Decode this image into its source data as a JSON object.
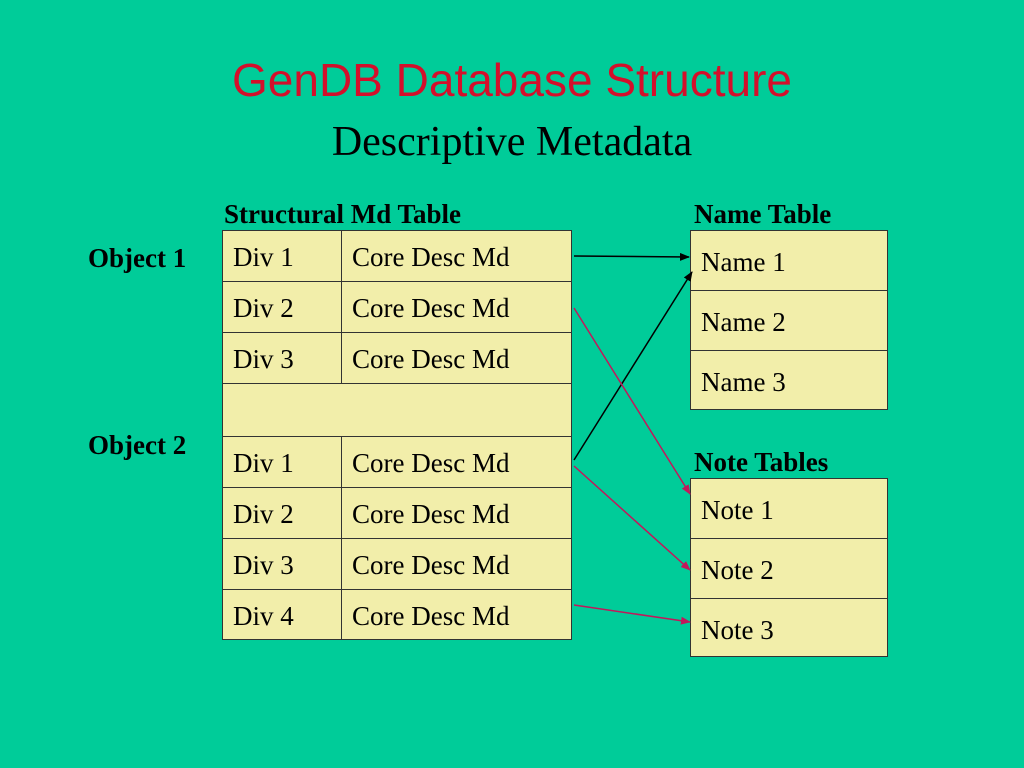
{
  "title": "GenDB Database Structure",
  "subtitle": "Descriptive Metadata",
  "structural_table": {
    "label": "Structural Md Table",
    "object1_label": "Object 1",
    "object2_label": "Object 2",
    "rows": [
      {
        "div": "Div 1",
        "md": "Core Desc Md"
      },
      {
        "div": "Div 2",
        "md": "Core Desc Md"
      },
      {
        "div": "Div 3",
        "md": "Core Desc Md"
      },
      {
        "div": "",
        "md": ""
      },
      {
        "div": "Div 1",
        "md": "Core Desc Md"
      },
      {
        "div": "Div 2",
        "md": "Core Desc Md"
      },
      {
        "div": "Div 3",
        "md": "Core Desc Md"
      },
      {
        "div": "Div 4",
        "md": "Core Desc Md"
      }
    ]
  },
  "name_table": {
    "label": "Name Table",
    "rows": [
      "Name 1",
      "Name 2",
      "Name 3"
    ]
  },
  "note_tables": {
    "label": "Note Tables",
    "rows": [
      "Note 1",
      "Note 2",
      "Note 3"
    ]
  },
  "colors": {
    "background": "#00cc99",
    "title": "#d40f2b",
    "cell_fill": "#f2eeaa",
    "arrow_black": "#000000",
    "arrow_red": "#c2185b"
  }
}
